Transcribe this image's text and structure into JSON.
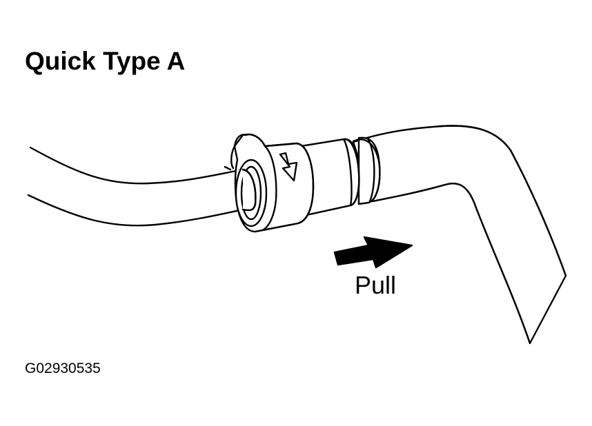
{
  "title": "Quick Type A",
  "pull_label": "Pull",
  "figure_id": "G02930535"
}
